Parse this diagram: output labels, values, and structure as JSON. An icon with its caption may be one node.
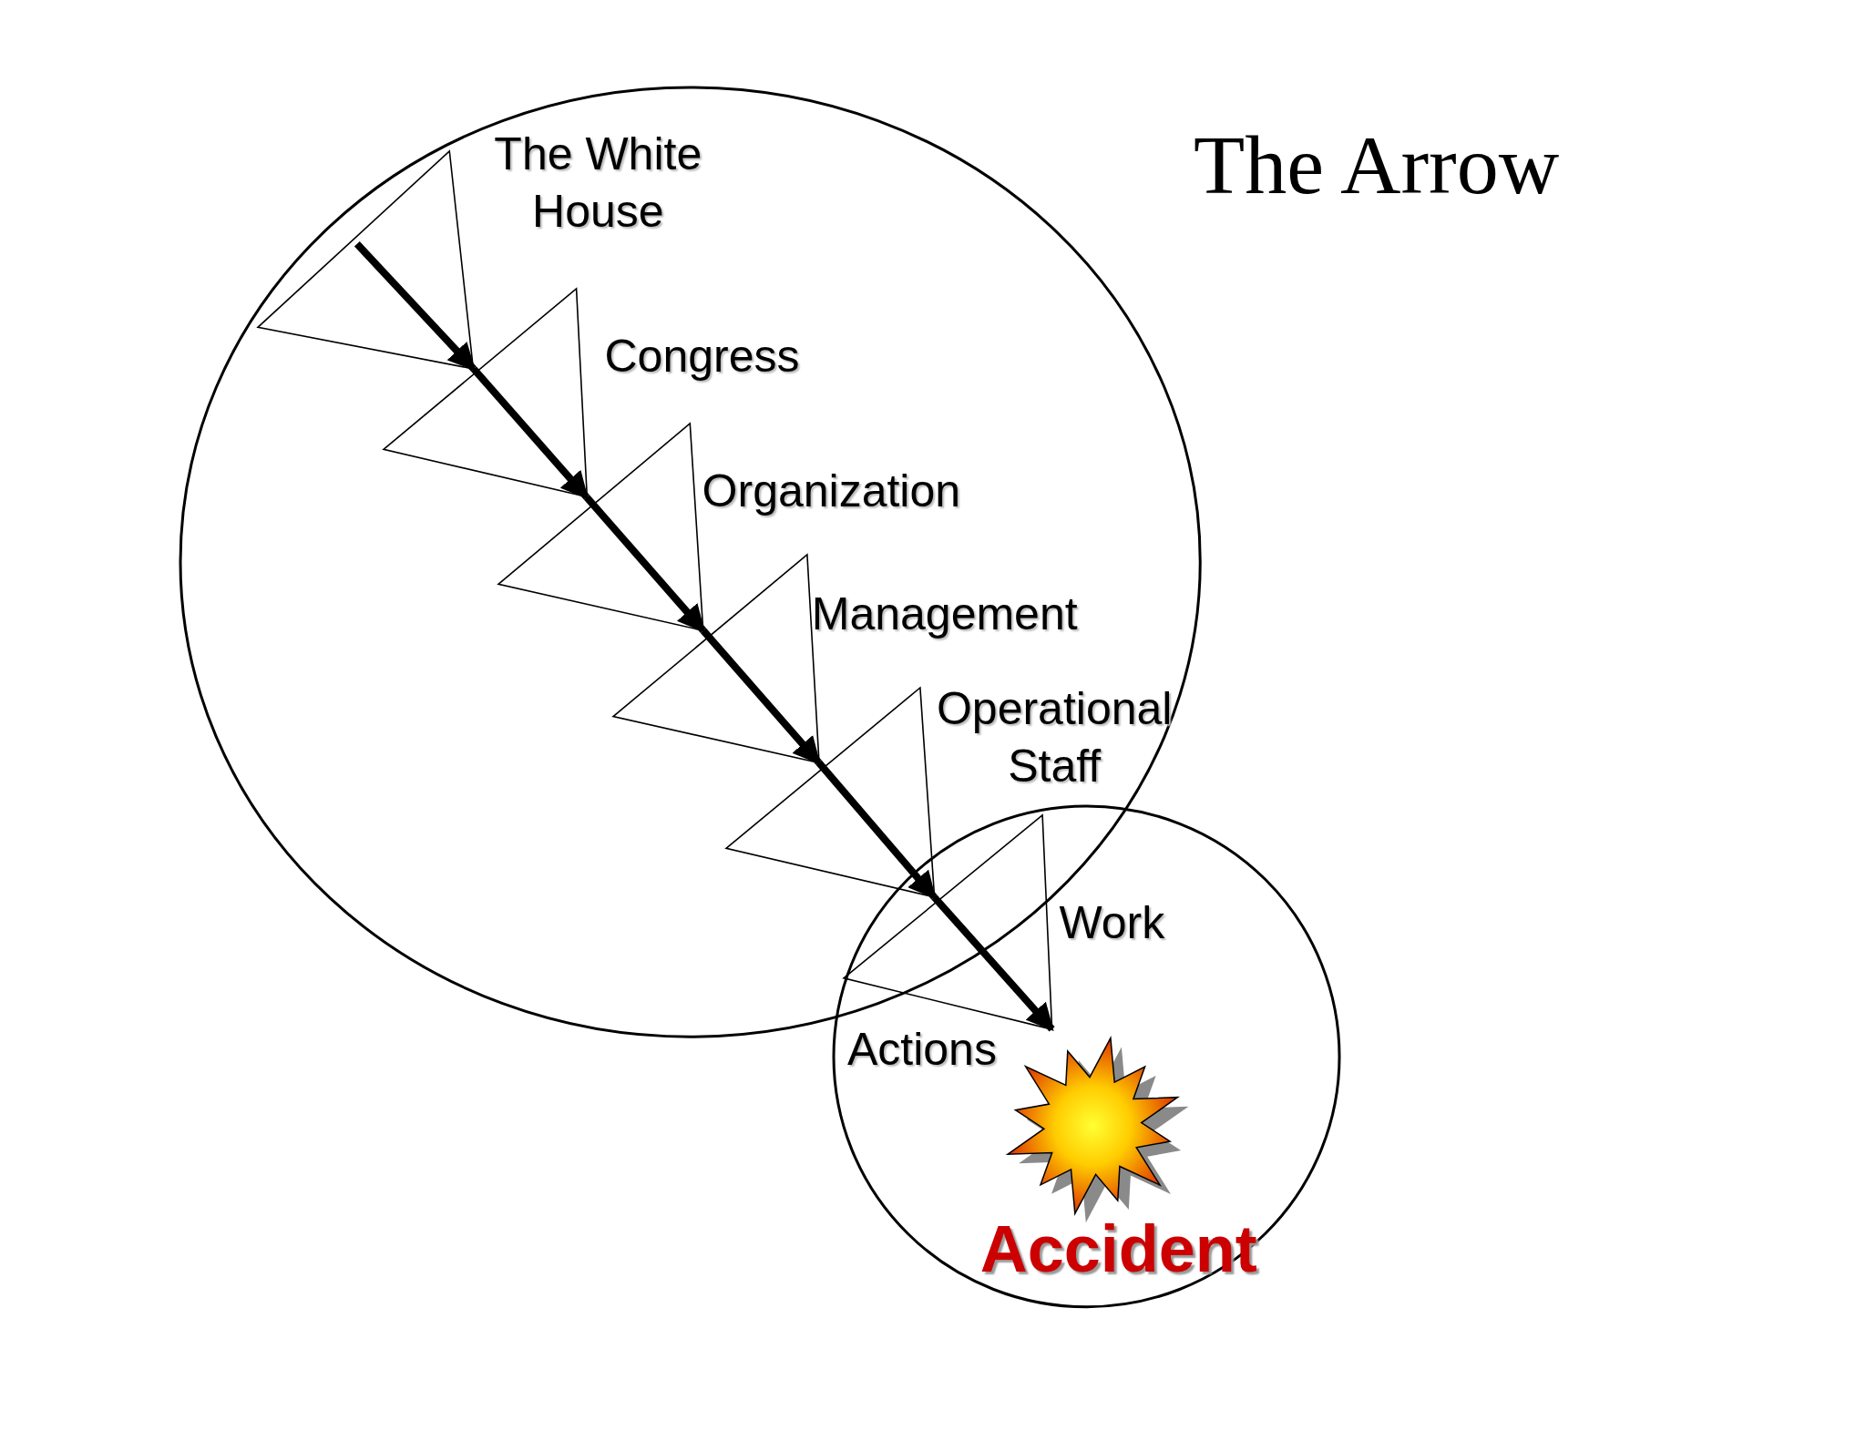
{
  "diagram": {
    "title": "The Arrow",
    "nodes": [
      {
        "text": [],
        "shape": "circle"
      },
      {
        "text": [
          "The White House"
        ],
        "in": 0
      },
      {
        "text": [
          "Congress"
        ],
        "in": 0
      },
      {
        "text": [
          "Organization"
        ],
        "in": 0
      },
      {
        "text": [
          "Management"
        ],
        "in": 0
      },
      {
        "text": [
          "Operational Staff"
        ],
        "in": 0
      },
      {
        "text": [
          "Work",
          "Actions"
        ]
      },
      {
        "text": [],
        "shape": "triangle"
      },
      {
        "text": [
          "Accident"
        ],
        "in": 6
      }
    ],
    "edges": [
      {
        "from": 1,
        "to": 2,
        "arrow": "to"
      },
      {
        "from": 2,
        "to": 3,
        "arrow": "to"
      },
      {
        "from": 3,
        "to": 4,
        "arrow": "to"
      },
      {
        "from": 4,
        "to": 5,
        "arrow": "to"
      },
      {
        "from": 5,
        "to": 7,
        "arrow": "to"
      },
      {
        "from": 7,
        "to": 8,
        "arrow": "to"
      }
    ]
  }
}
